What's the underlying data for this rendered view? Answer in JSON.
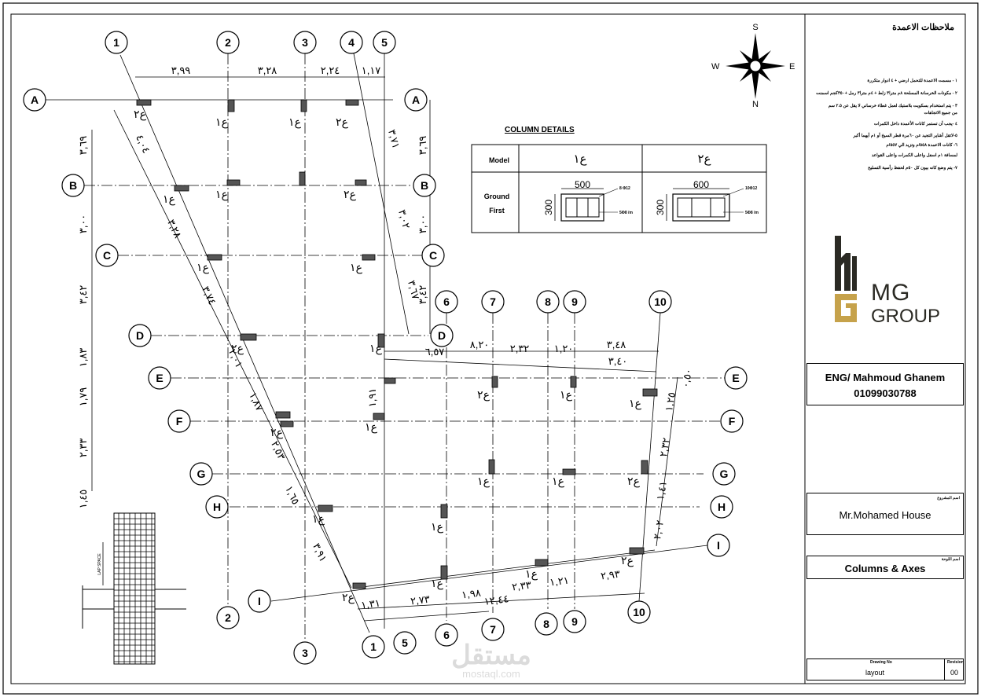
{
  "notes": {
    "title": "ملاحظات الاعمدة",
    "items": [
      "١ - مسمت الاعمدة للتحمل ارضي + ٤ ادوار متكررة",
      "٢ - مكونات الخرسانة المسلحة ٨م مترا٣ زلط + ٤م مترا٣ رمل +٣٥٠كجم اسمنت",
      "٣ - يتم استخدام بسكويت بلاستيك لعمل غطاء خرساني لا يقل عن ٢.٥ سم",
      "من جميع الاتجاهات",
      "٤ -يجب أن تستمر كانات الأعمدة داخل الكمرات",
      "٥-لاتقل أشاير التجيد عن ٦٠مرة قطر السيخ أو ١م أيهما أكبر",
      "٦- كانات الاعمدة ٥٥٨/م وتزيد الي ٥٥٧/م",
      "لمسافة ١م اسفل واعلى الكمرات واعلى القواعد",
      "٧- يتم وضع كانه بيون كل ٥٠م لحفظ رأسية التسليح"
    ]
  },
  "column_details": {
    "title": "COLUMN DETAILS",
    "model_label": "Model",
    "floor_label_1": "Ground",
    "floor_label_2": "First",
    "types": [
      {
        "name": "ع١",
        "width": "500",
        "depth": "300",
        "main_rft": "8 Φ12",
        "stirrups": "5Φ8 /m"
      },
      {
        "name": "ع٢",
        "width": "600",
        "depth": "300",
        "main_rft": "10Φ12",
        "stirrups": "5Φ8 /m"
      }
    ]
  },
  "logo": {
    "line1": "MG",
    "line2": "GROUP"
  },
  "title_block": {
    "engineer": "ENG/ Mahmoud Ghanem",
    "phone": "01099030788",
    "project_caption": "اسم المشروع",
    "project": "Mr.Mohamed House",
    "sheet_caption": "اسم اللوحة",
    "sheet_title": "Columns & Axes",
    "drawing_no_label": "Drawing No",
    "revision_label": "Revision",
    "drawing_no": "layout",
    "revision": "00"
  },
  "compass": {
    "n": "S",
    "s": "N",
    "e": "E",
    "w": "W"
  },
  "axes": {
    "numbered": [
      "1",
      "2",
      "3",
      "4",
      "5",
      "6",
      "7",
      "8",
      "9",
      "10"
    ],
    "lettered": [
      "A",
      "B",
      "C",
      "D",
      "E",
      "F",
      "G",
      "H",
      "I"
    ]
  },
  "dimensions": {
    "top": [
      "٣,٩٩",
      "٣,٢٨",
      "٢,٢٤",
      "١,١٧"
    ],
    "left": [
      "٣,٦٩",
      "٣,٠٠",
      "٣,٤٢",
      "١,٨٣",
      "١,٧٩",
      "٢,٣٣",
      "١,٤٥"
    ],
    "right_upper": [
      "٣,٦٩",
      "٣,٠٠",
      "٣,٤٢"
    ],
    "d_line": [
      "٦,٥٧",
      "٨,٢٠",
      "٢,٣٢",
      "١,٢٠",
      "٣,٤٨",
      "٣,٤٠"
    ],
    "bottom": [
      "١,٣١",
      "٢,٧٣",
      "١,٩٨",
      "٢,٣٣",
      "١,٢١",
      "٢,٩٣",
      "١٢,٤٤"
    ],
    "diagonal": [
      "٤,٠٤",
      "٣,٢٨",
      "٣,٧٤",
      "٢,٠١",
      "١,٨٧",
      "٢,٥٣",
      "١,٦٥",
      "٣,٩١"
    ],
    "right_lower": [
      "٠,٥٠",
      "١,٢٥",
      "٢,٣٢",
      "١,٤١",
      "٢,٠٢"
    ],
    "misc": [
      "٣,٧١",
      "٣,٠٢",
      "٣,٦٧",
      "١,٩١"
    ]
  },
  "column_tag": "ع",
  "column_tags": [
    "ع١",
    "ع٢"
  ],
  "watermark": {
    "brand": "مستقل",
    "url": "mostaql.com"
  },
  "detail_label": "LAP SPACE"
}
